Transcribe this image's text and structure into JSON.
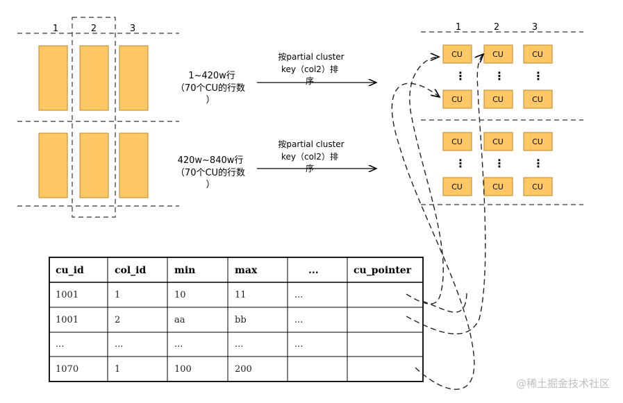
{
  "left_columns": [
    "1",
    "2",
    "3"
  ],
  "right_columns": [
    "1",
    "2",
    "3"
  ],
  "cu_label": "CU",
  "ellipsis_vertical": "⋮",
  "group1": {
    "rows": "1~420w行",
    "rows_note_line1": "（70个CU的行数",
    "rows_note_line2": "）",
    "sort_line1": "按partial cluster",
    "sort_line2": "key（col2）排",
    "sort_line3": "序"
  },
  "group2": {
    "rows": "420w~840w行",
    "rows_note_line1": "（70个CU的行数",
    "rows_note_line2": "）",
    "sort_line1": "按partial cluster",
    "sort_line2": "key（col2）排",
    "sort_line3": "序"
  },
  "table": {
    "headers": [
      "cu_id",
      "col_id",
      "min",
      "max",
      "...",
      "cu_pointer"
    ],
    "rows": [
      [
        "1001",
        "1",
        "10",
        "11",
        "...",
        ""
      ],
      [
        "1001",
        "2",
        "aa",
        "bb",
        "...",
        ""
      ],
      [
        "...",
        "...",
        "...",
        "...",
        "...",
        ""
      ],
      [
        "1070",
        "1",
        "100",
        "200",
        "",
        ""
      ]
    ]
  },
  "watermark": "@稀土掘金技术社区",
  "colors": {
    "cu_fill": "#FFC864",
    "cu_stroke": "#B8862B",
    "line": "#000000",
    "dash": "#333333"
  }
}
